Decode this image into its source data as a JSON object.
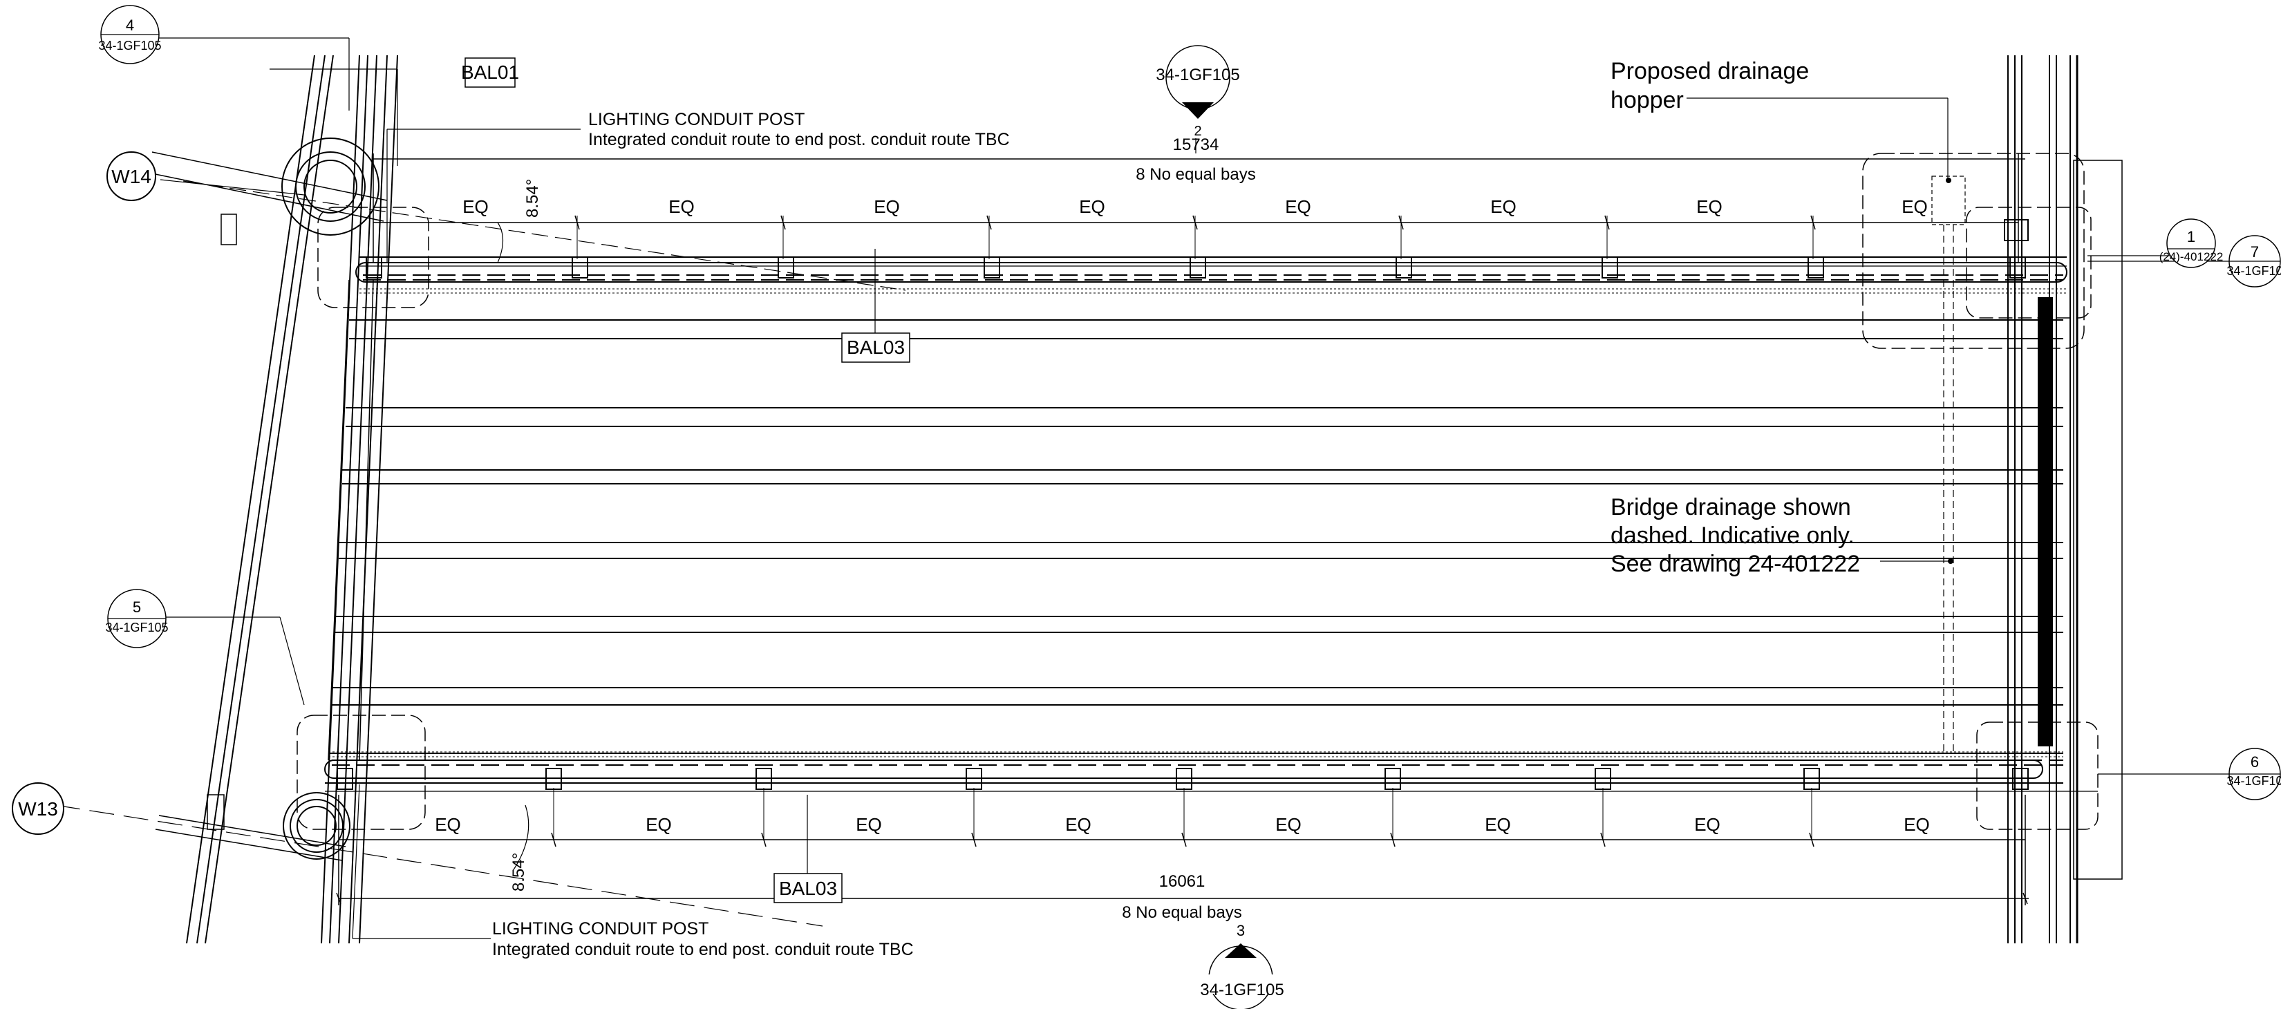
{
  "drawing": {
    "grid_refs": {
      "w14": "W14",
      "w13": "W13"
    },
    "section_markers": {
      "m4": {
        "number": "4",
        "sheet": "34-1GF105"
      },
      "m5": {
        "number": "5",
        "sheet": "34-1GF105"
      },
      "m1": {
        "number": "1",
        "sheet": "(24)-401222"
      },
      "m7": {
        "number": "7",
        "sheet": "34-1GF10"
      },
      "m6": {
        "number": "6",
        "sheet": "34-1GF10"
      }
    },
    "elevation_markers": {
      "top": {
        "sheet": "34-1GF105",
        "number": "2"
      },
      "bottom": {
        "sheet": "34-1GF105",
        "number": "3"
      }
    },
    "tags": {
      "bal01": "BAL01",
      "bal03_top": "BAL03",
      "bal03_bottom": "BAL03"
    },
    "notes": {
      "lighting_top": {
        "title": "LIGHTING CONDUIT POST",
        "detail": "Integrated conduit route to end post. conduit route TBC"
      },
      "lighting_bottom": {
        "title": "LIGHTING CONDUIT POST",
        "detail": "Integrated conduit route to end post. conduit route TBC"
      },
      "hopper": {
        "line1": "Proposed drainage",
        "line2": "hopper"
      },
      "bridge_drainage": {
        "line1": "Bridge drainage shown",
        "line2": "dashed. Indicative only.",
        "line3": "See drawing 24-401222"
      }
    },
    "dimensions": {
      "top_total": "15734",
      "top_bays": "8 No equal bays",
      "bottom_total": "16061",
      "bottom_bays": "8 No equal bays",
      "eq": "EQ",
      "angle_top": "8.54°",
      "angle_bottom": "8.54°"
    }
  }
}
